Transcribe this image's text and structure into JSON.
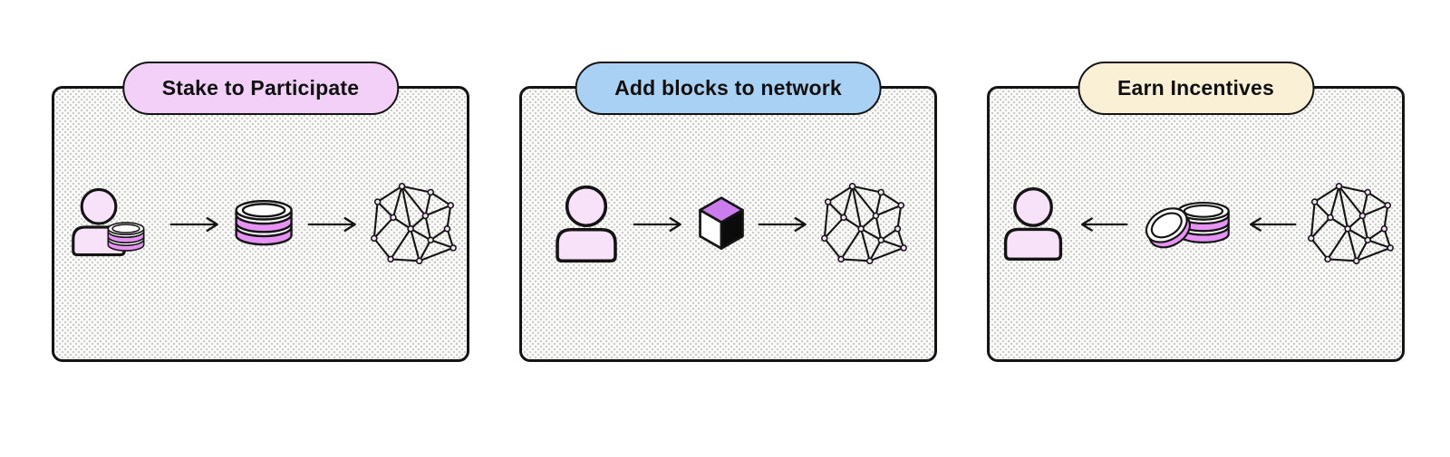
{
  "diagram": {
    "panels": [
      {
        "label": "Stake to Participate",
        "label_bg": "#f3d0f8",
        "steps": [
          "user-with-coins-icon",
          "arrow-right-icon",
          "coin-stack-icon",
          "arrow-right-icon",
          "network-icon"
        ]
      },
      {
        "label": "Add blocks to network",
        "label_bg": "#a8d1f4",
        "steps": [
          "user-icon",
          "arrow-right-icon",
          "block-cube-icon",
          "arrow-right-icon",
          "network-icon"
        ]
      },
      {
        "label": "Earn Incentives",
        "label_bg": "#faf0d6",
        "steps": [
          "user-icon",
          "arrow-left-icon",
          "coins-icon",
          "arrow-left-icon",
          "network-icon"
        ]
      }
    ],
    "colors": {
      "pill_pink": "#f3d0f8",
      "pill_blue": "#a8d1f4",
      "pill_cream": "#faf0d6",
      "figure_fill": "#f7e2fa",
      "coin_pink": "#e793f3",
      "cube_top": "#cc7ded",
      "cube_side_dark": "#0b0b0b",
      "cube_side_light": "#ffffff",
      "outline": "#141414",
      "card_background": "#fcfcfb",
      "card_dot": "#c9c9c9"
    }
  }
}
